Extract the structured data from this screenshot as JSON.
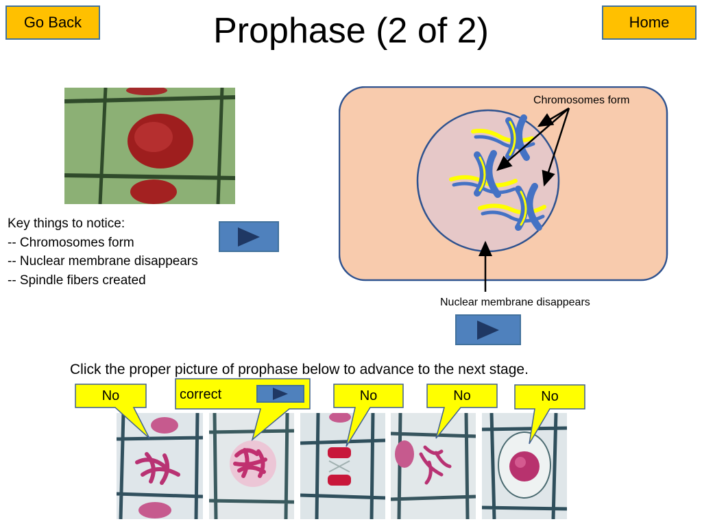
{
  "header": {
    "title": "Prophase (2 of 2)",
    "go_back_label": "Go Back",
    "home_label": "Home"
  },
  "notes": {
    "heading": "Key things to notice:",
    "items": [
      "-- Chromosomes form",
      "-- Nuclear membrane disappears",
      "-- Spindle fibers created"
    ]
  },
  "diagram": {
    "chromosomes_label": "Chromosomes form",
    "membrane_label": "Nuclear membrane disappears"
  },
  "instruction": "Click the proper picture of prophase below to advance to the next stage.",
  "choices": [
    {
      "label": "No"
    },
    {
      "label": "correct"
    },
    {
      "label": "No"
    },
    {
      "label": "No"
    },
    {
      "label": "No"
    }
  ],
  "colors": {
    "nav_button": "#ffc000",
    "play_button": "#4f81bd",
    "callout": "#ffff00",
    "cell_fill": "#f8cbad",
    "nucleus_fill": "#e6c8c8",
    "outline": "#2e528f",
    "chromosome_blue": "#4472c4",
    "chromosome_yellow": "#ffff00"
  },
  "icons": {
    "play": "play-icon"
  }
}
